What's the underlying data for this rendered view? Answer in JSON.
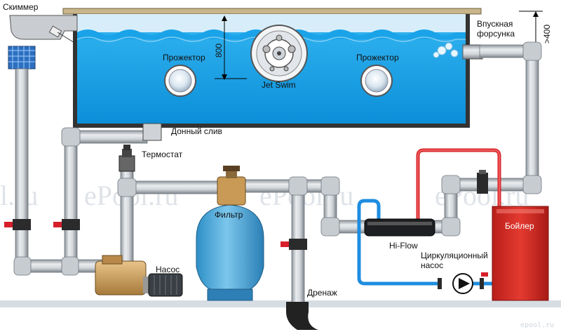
{
  "labels": {
    "skimmer": "Скиммер",
    "inlet_line1": "Впускная",
    "inlet_line2": "форсунка",
    "depth": "800",
    "inlet_height": ">400",
    "light_left": "Прожектор",
    "light_right": "Прожектор",
    "jet_swim": "Jet Swim",
    "main_drain": "Донный слив",
    "thermostat": "Термостат",
    "filter": "Фильтр",
    "pump": "Насос",
    "hiflow": "Hi-Flow",
    "circ_pump_line1": "Циркуляционный",
    "circ_pump_line2": "насос",
    "boiler": "Бойлер",
    "drain": "Дренаж"
  },
  "watermarks": {
    "left": "l.ru",
    "w1": "ePool.ru",
    "w2": "ePool.ru",
    "w3": "ePool.ru",
    "corner": "epool.ru"
  },
  "colors": {
    "water": "#1aa3e8",
    "water_light": "#b9e4f8",
    "pipe": "#c4c9ce",
    "hot_pipe": "#d9262a",
    "cold_pipe": "#1e8de0",
    "filter": "#4aa8d8",
    "boiler": "#d62c24",
    "pump": "#c8a060",
    "valve": "#d61f2a"
  }
}
